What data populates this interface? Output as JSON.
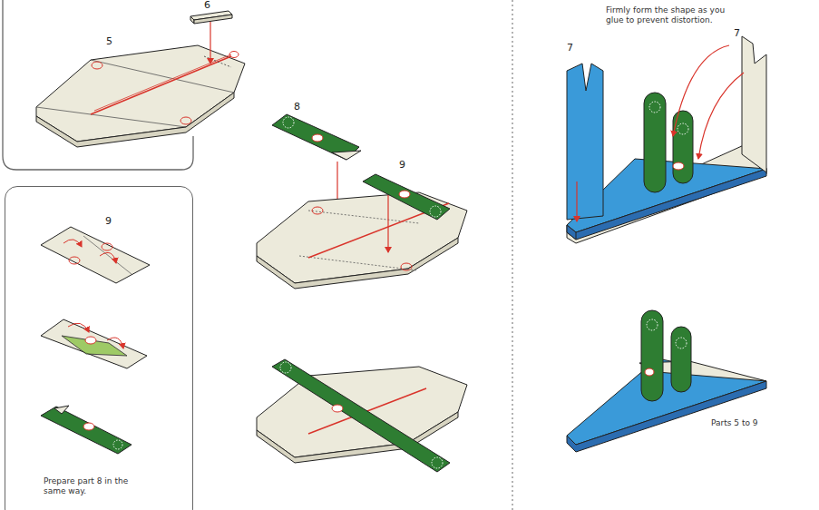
{
  "diagram": {
    "nodes": [
      {
        "text": [
          "9",
          "Prepare part 8 in the same way."
        ]
      }
    ],
    "labels": [
      "6",
      "5",
      "8",
      "9",
      "Firmly form the shape as you glue to prevent distortion.",
      "7",
      "7",
      "Parts 5 to 9"
    ]
  }
}
